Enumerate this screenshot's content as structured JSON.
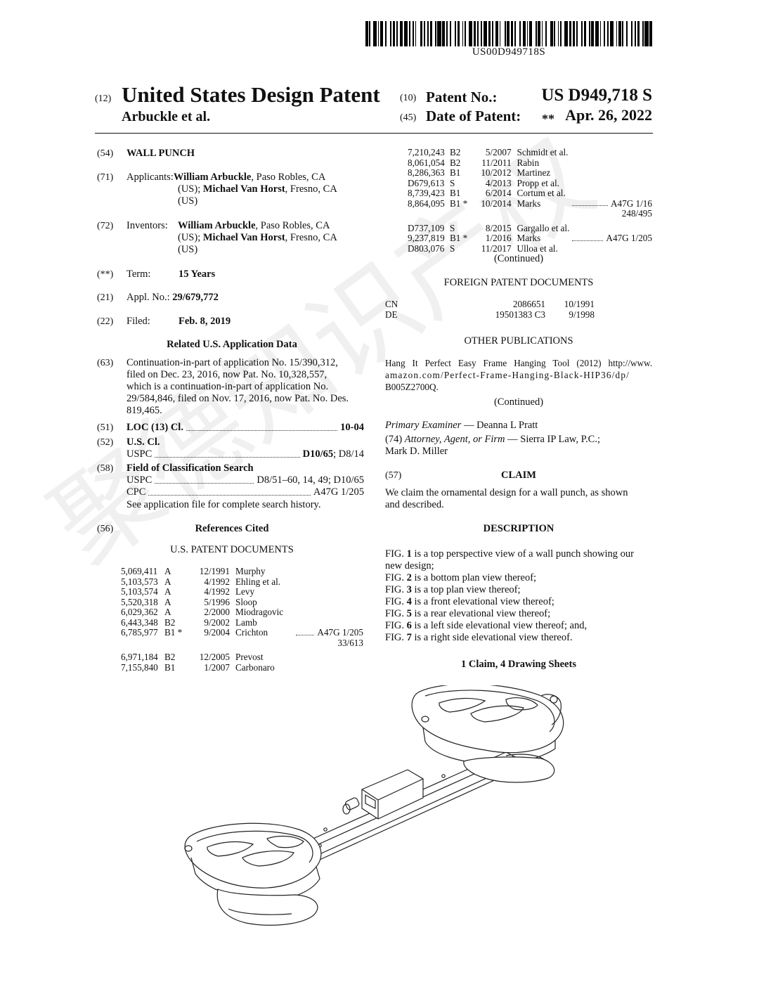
{
  "barcode": {
    "number": "US00D949718S"
  },
  "header": {
    "code12": "(12)",
    "doc_type": "United States Design Patent",
    "code10": "(10)",
    "patent_no_label": "Patent No.:",
    "patent_no": "US D949,718 S",
    "inventors_short": "Arbuckle et al.",
    "code45": "(45)",
    "date_label": "Date of Patent:",
    "date_marker": "**",
    "date": "Apr. 26, 2022"
  },
  "left": {
    "title": {
      "code": "(54)",
      "value": "WALL PUNCH"
    },
    "applicants": {
      "code": "(71)",
      "label": "Applicants:",
      "name1": "William Arbuckle",
      "rest1": ", Paso Robles, CA",
      "line2_pre": "(US); ",
      "name2": "Michael Van Horst",
      "rest2": ", Fresno, CA",
      "line3": "(US)"
    },
    "inventors": {
      "code": "(72)",
      "label": "Inventors:",
      "name1": "William Arbuckle",
      "rest1": ", Paso Robles, CA",
      "line2_pre": "(US); ",
      "name2": "Michael Van Horst",
      "rest2": ", Fresno, CA",
      "line3": "(US)"
    },
    "term": {
      "code": "(**)",
      "label": "Term:",
      "value": "15 Years"
    },
    "appl": {
      "code": "(21)",
      "label": "Appl. No.:",
      "value": "29/679,772"
    },
    "filed": {
      "code": "(22)",
      "label": "Filed:",
      "value": "Feb. 8, 2019"
    },
    "related_heading": "Related U.S. Application Data",
    "continuation": {
      "code": "(63)",
      "lines": [
        "Continuation-in-part of application No. 15/390,312,",
        "filed on Dec. 23, 2016, now Pat. No. 10,328,557,",
        "which is a continuation-in-part of application No.",
        "29/584,846, filed on Nov. 17, 2016, now Pat. No. Des.",
        "819,465."
      ]
    },
    "loc": {
      "code": "(51)",
      "label": "LOC (13) Cl.",
      "value": "10-04"
    },
    "uscl": {
      "code": "(52)",
      "label": "U.S. Cl.",
      "sub": "USPC",
      "value_bold": "D10/65",
      "value_rest": "; D8/14"
    },
    "field": {
      "code": "(58)",
      "label": "Field of Classification Search",
      "uspc_label": "USPC",
      "uspc_value": "D8/51–60, 14, 49; D10/65",
      "cpc_label": "CPC",
      "cpc_value": "A47G 1/205",
      "note": "See application file for complete search history."
    },
    "refs": {
      "code": "(56)",
      "heading": "References Cited",
      "subheading": "U.S. PATENT DOCUMENTS"
    },
    "patents": [
      {
        "no": "5,069,411",
        "kind": "A",
        "date": "12/1991",
        "name": "Murphy"
      },
      {
        "no": "5,103,573",
        "kind": "A",
        "date": "4/1992",
        "name": "Ehling et al."
      },
      {
        "no": "5,103,574",
        "kind": "A",
        "date": "4/1992",
        "name": "Levy"
      },
      {
        "no": "5,520,318",
        "kind": "A",
        "date": "5/1996",
        "name": "Sloop"
      },
      {
        "no": "6,029,362",
        "kind": "A",
        "date": "2/2000",
        "name": "Miodragovic"
      },
      {
        "no": "6,443,348",
        "kind": "B2",
        "date": "9/2002",
        "name": "Lamb"
      },
      {
        "no": "6,785,977",
        "kind": "B1 *",
        "date": "9/2004",
        "name": "Crichton",
        "cls": "A47G 1/205",
        "cls2": "33/613"
      },
      {
        "no": "6,971,184",
        "kind": "B2",
        "date": "12/2005",
        "name": "Prevost"
      },
      {
        "no": "7,155,840",
        "kind": "B1",
        "date": "1/2007",
        "name": "Carbonaro"
      }
    ]
  },
  "right": {
    "patents": [
      {
        "no": "7,210,243",
        "kind": "B2",
        "date": "5/2007",
        "name": "Schmidt et al."
      },
      {
        "no": "8,061,054",
        "kind": "B2",
        "date": "11/2011",
        "name": "Rabin"
      },
      {
        "no": "8,286,363",
        "kind": "B1",
        "date": "10/2012",
        "name": "Martinez"
      },
      {
        "no": "D679,613",
        "kind": "S",
        "date": "4/2013",
        "name": "Propp et al."
      },
      {
        "no": "8,739,423",
        "kind": "B1",
        "date": "6/2014",
        "name": "Cortum et al."
      },
      {
        "no": "8,864,095",
        "kind": "B1 *",
        "date": "10/2014",
        "name": "Marks",
        "cls": "A47G 1/16",
        "cls2": "248/495"
      },
      {
        "no": "D737,109",
        "kind": "S",
        "date": "8/2015",
        "name": "Gargallo et al."
      },
      {
        "no": "9,237,819",
        "kind": "B1 *",
        "date": "1/2016",
        "name": "Marks",
        "cls": "A47G 1/205"
      },
      {
        "no": "D803,076",
        "kind": "S",
        "date": "11/2017",
        "name": "Ulloa et al."
      }
    ],
    "continued1": "(Continued)",
    "foreign_heading": "FOREIGN PATENT DOCUMENTS",
    "foreign": [
      {
        "country": "CN",
        "no": "2086651",
        "date": "10/1991"
      },
      {
        "country": "DE",
        "no": "19501383 C3",
        "date": "9/1998"
      }
    ],
    "other_heading": "OTHER PUBLICATIONS",
    "other_lines": [
      "Hang It Perfect Easy Frame Hanging Tool (2012) http://www.",
      "amazon.com/Perfect-Frame-Hanging-Black-HIP36/dp/",
      "B005Z2700Q."
    ],
    "continued2": "(Continued)",
    "examiner_label": "Primary Examiner",
    "examiner": " — Deanna L Pratt",
    "attorney_code": "(74) ",
    "attorney_label": "Attorney, Agent, or Firm",
    "attorney": " — Sierra IP Law, P.C.;",
    "attorney2": "Mark D. Miller",
    "claim_code": "(57)",
    "claim_heading": "CLAIM",
    "claim_lines": [
      "We claim the ornamental design for a wall punch, as shown",
      "and described."
    ],
    "desc_heading": "DESCRIPTION",
    "figs": [
      {
        "pre": "FIG. ",
        "n": "1",
        "text": " is a top perspective view of a wall punch showing our",
        "cont": "new design;"
      },
      {
        "pre": "FIG. ",
        "n": "2",
        "text": " is a bottom plan view thereof;"
      },
      {
        "pre": "FIG. ",
        "n": "3",
        "text": " is a top plan view thereof;"
      },
      {
        "pre": "FIG. ",
        "n": "4",
        "text": " is a front elevational view thereof;"
      },
      {
        "pre": "FIG. ",
        "n": "5",
        "text": " is a rear elevational view thereof;"
      },
      {
        "pre": "FIG. ",
        "n": "6",
        "text": " is a left side elevational view thereof; and,"
      },
      {
        "pre": "FIG. ",
        "n": "7",
        "text": " is a right side elevational view thereof."
      }
    ],
    "claims_sheets": "1 Claim, 4 Drawing Sheets"
  },
  "watermark": {
    "text": "聚德知识产权"
  }
}
